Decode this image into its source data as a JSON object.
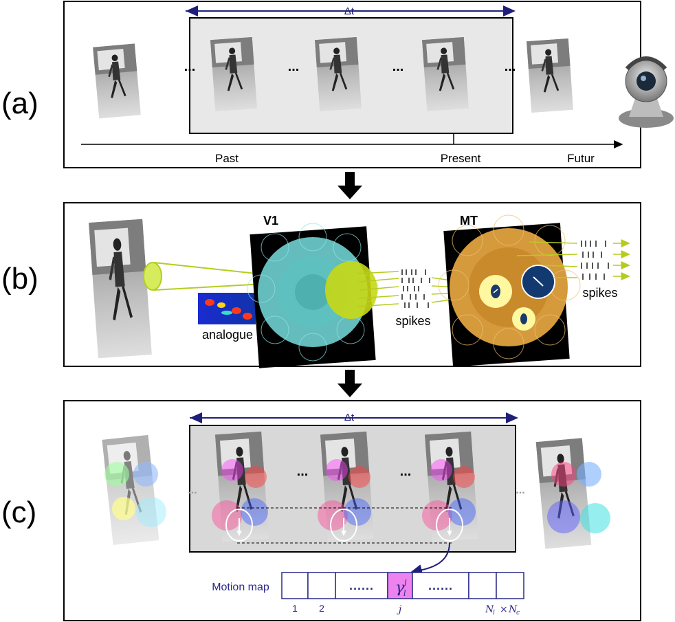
{
  "panels": {
    "a": {
      "label": "(a)",
      "delta_t": "Δt",
      "ellipsis": "...",
      "timeline": {
        "past": "Past",
        "present": "Present",
        "future": "Futur"
      }
    },
    "b": {
      "label": "(b)",
      "v1_title": "V1",
      "mt_title": "MT",
      "analogue": "analogue",
      "spikes_1": "spikes",
      "spikes_2": "spikes"
    },
    "c": {
      "label": "(c)",
      "delta_t": "Δt",
      "ellipsis": "...",
      "motion_map": {
        "title": "Motion map",
        "dots": "......",
        "gamma": "γ",
        "gamma_sup": "j",
        "gamma_sub": "l",
        "index_1": "1",
        "index_2": "2",
        "index_j": "j",
        "index_n": "N",
        "index_n_sub_l": "l",
        "times": "×",
        "index_n2": "N",
        "index_n_sub_c": "c"
      }
    }
  },
  "colors": {
    "arrow_navy": "#1f1f7a",
    "v1_cyan": "#6fd0d0",
    "mt_orange": "#d59a3c",
    "link_yellow": "#b5cc1f",
    "motion_map_highlight": "#ee82ee",
    "motion_map_text": "#2a2a88"
  }
}
